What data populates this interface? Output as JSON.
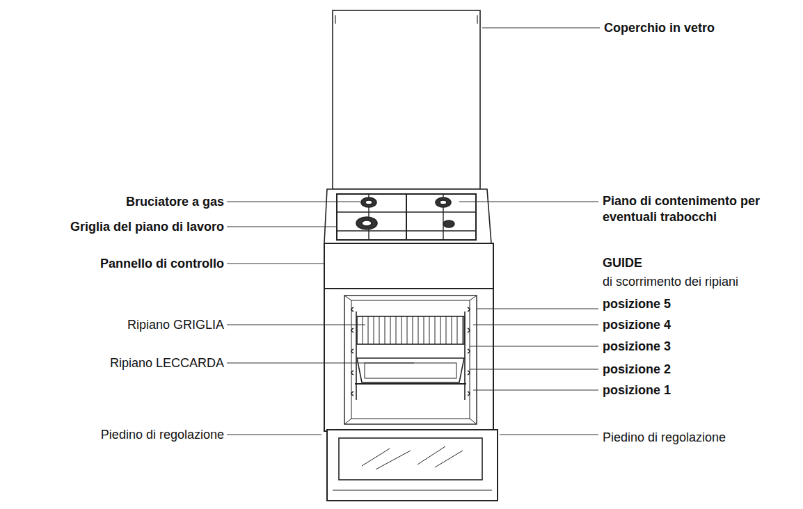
{
  "diagram": {
    "labels": [
      "Coperchio in vetro",
      "Bruciatore a gas",
      "Griglia del piano di lavoro",
      "Pannello di controllo",
      "Piano di contenimento per eventuali trabocchi",
      "GUIDE",
      "di scorrimento dei ripiani",
      "posizione 5",
      "posizione 4",
      "posizione 3",
      "posizione 2",
      "posizione 1",
      "Ripiano GRIGLIA",
      "Ripiano LECCARDA",
      "Piedino di regolazione",
      "Piedino di regolazione"
    ]
  }
}
